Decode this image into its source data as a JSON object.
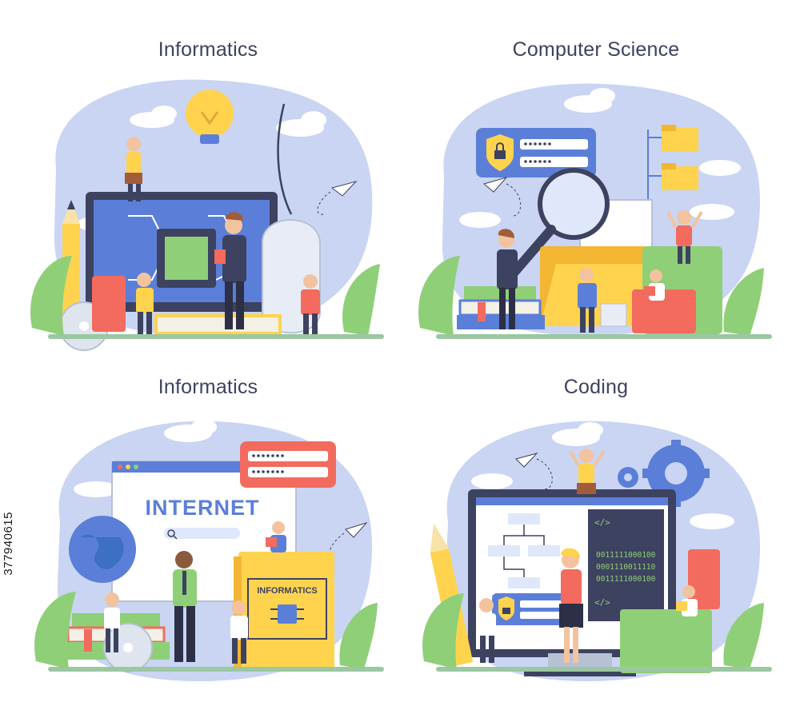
{
  "panels": [
    {
      "title": "Informatics"
    },
    {
      "title": "Computer Science"
    },
    {
      "title": "Informatics",
      "screen_heading": "INTERNET",
      "book_label": "INFORMATICS"
    },
    {
      "title": "Coding",
      "code_tag_open": "</>",
      "binary_lines": [
        "0011111000100",
        "0001110011110",
        "0011111000100"
      ],
      "code_tag_close": "</>"
    }
  ],
  "watermark": "377940615",
  "colors": {
    "blob": "#c9d5f2",
    "ground": "#9bc7a2",
    "monitor": "#5b7fd8",
    "accent_red": "#f36b5e",
    "yellow": "#ffd34e",
    "navy": "#3d4260"
  },
  "icons": [
    "lightbulb-icon",
    "lock-icon",
    "gear-icon",
    "paper-plane-icon",
    "magnifier-icon",
    "folder-icon",
    "cd-disc-icon",
    "globe-icon",
    "chip-icon",
    "search-icon"
  ]
}
